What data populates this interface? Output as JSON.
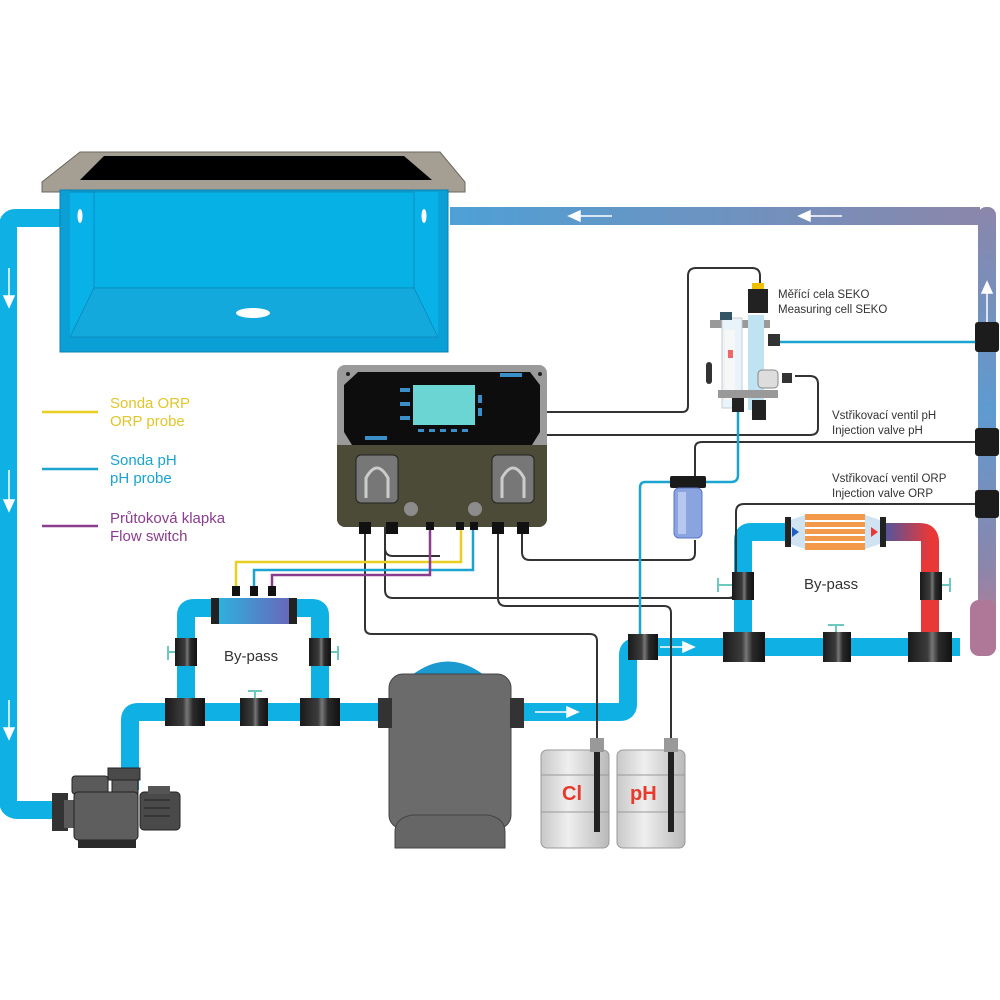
{
  "colors": {
    "water": "#0fb0e3",
    "return_pipe": "#5e9bd0",
    "return_pipe_end": "#8f84a8",
    "orp_probe": "#e8cf21",
    "ph_probe": "#1aa4cf",
    "flow_switch": "#8a3d8f",
    "cable": "#333333",
    "hot": "#e83838",
    "label_red": "#e8392b"
  },
  "legend": [
    {
      "name": "orp",
      "line1": "Sonda ORP",
      "line2": "ORP probe",
      "color": "#e8cf21"
    },
    {
      "name": "ph",
      "line1": "Sonda pH",
      "line2": "pH probe",
      "color": "#1aa4cf"
    },
    {
      "name": "flow",
      "line1": "Průtoková klapka",
      "line2": "Flow switch",
      "color": "#8a3d8f"
    }
  ],
  "callouts": {
    "measuring_cell": {
      "line1": "Měřící cela SEKO",
      "line2": "Measuring cell SEKO"
    },
    "injection_ph": {
      "line1": "Vstřikovací ventil pH",
      "line2": "Injection valve pH"
    },
    "injection_orp": {
      "line1": "Vstřikovací ventil ORP",
      "line2": "Injection valve ORP"
    }
  },
  "bypass_left": "By-pass",
  "bypass_right": "By-pass",
  "tanks": {
    "chlorine": "Cl",
    "ph": "pH"
  }
}
